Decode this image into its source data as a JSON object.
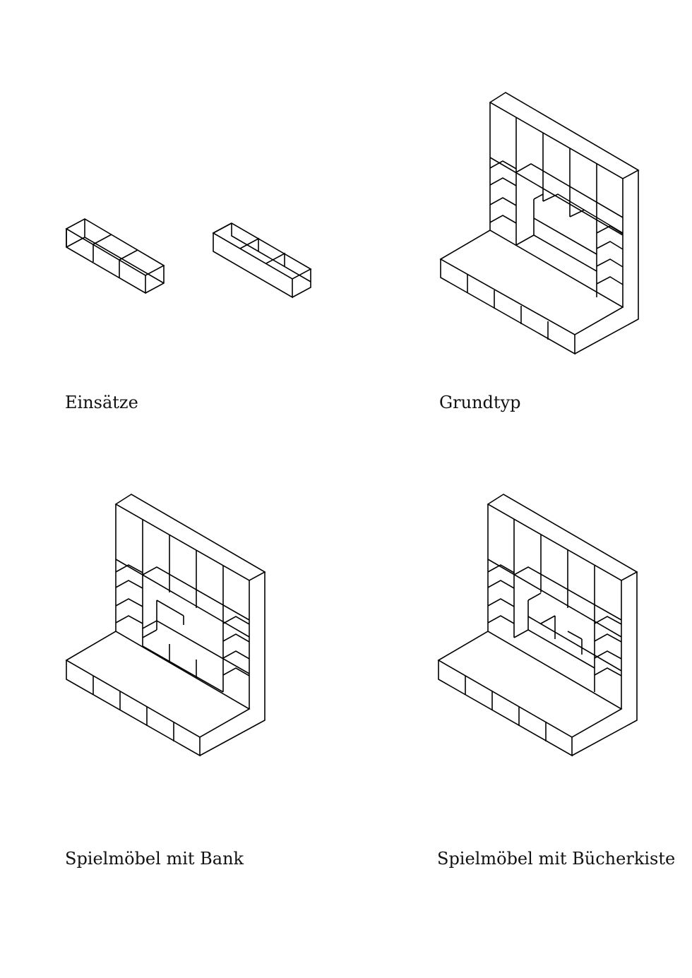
{
  "figures": [
    {
      "id": "einsaetze",
      "caption": "Einsätze"
    },
    {
      "id": "grundtyp",
      "caption": "Grundtyp"
    },
    {
      "id": "bank",
      "caption": "Spielmöbel mit Bank"
    },
    {
      "id": "buecherkiste",
      "caption": "Spielmöbel mit Bücherkiste"
    }
  ]
}
